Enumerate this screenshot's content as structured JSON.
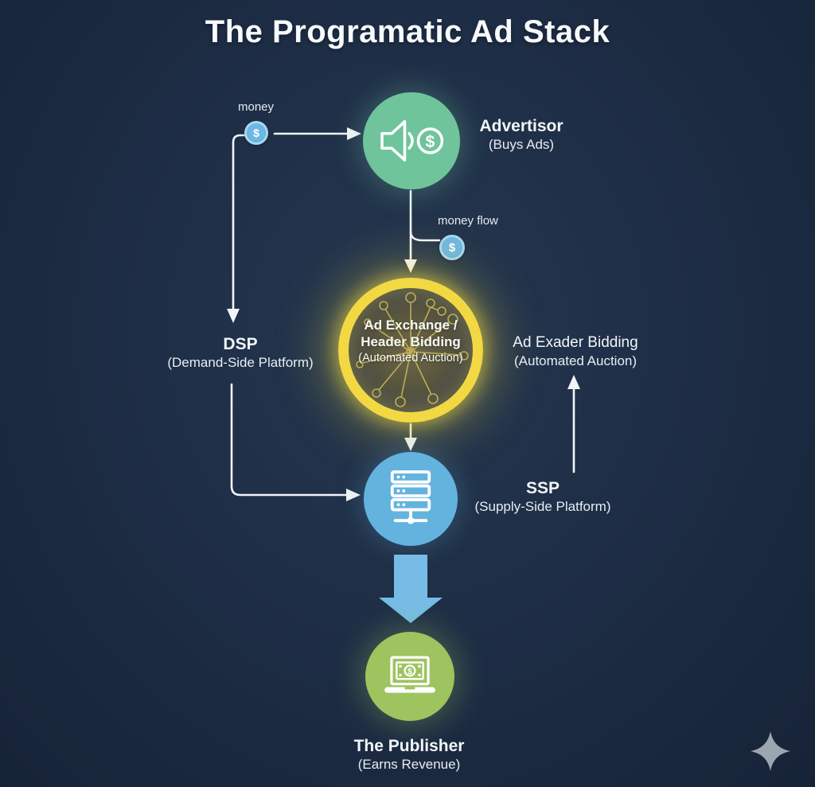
{
  "title": "The Programatic Ad Stack",
  "annotations": {
    "money": "money",
    "money_flow": "money flow",
    "coin_symbol": "$"
  },
  "nodes": {
    "advertiser": {
      "label": "Advertisor",
      "sublabel": "(Buys Ads)"
    },
    "exchange": {
      "line1": "Ad Exchange /",
      "line2": "Header Bidding",
      "line3": "(Automated Auction)"
    },
    "dsp": {
      "label": "DSP",
      "sublabel": "(Demand-Side Platform)"
    },
    "header_bidding": {
      "label": "Ad Exader Bidding",
      "sublabel": "(Automated Auction)"
    },
    "ssp": {
      "label": "SSP",
      "sublabel": "(Supply-Side Platform)"
    },
    "publisher": {
      "label": "The Publisher",
      "sublabel": "(Earns Revenue)"
    }
  },
  "colors": {
    "background": "#1e2e46",
    "advertiser_circle": "#6fc49b",
    "exchange_ring": "#f2d943",
    "ssp_circle": "#63b3df",
    "publisher_circle": "#9dc45f",
    "coin": "#6db7e2",
    "big_arrow": "#76bce6",
    "connector": "#f2f5f8",
    "sparkle": "#9ba6b1"
  }
}
